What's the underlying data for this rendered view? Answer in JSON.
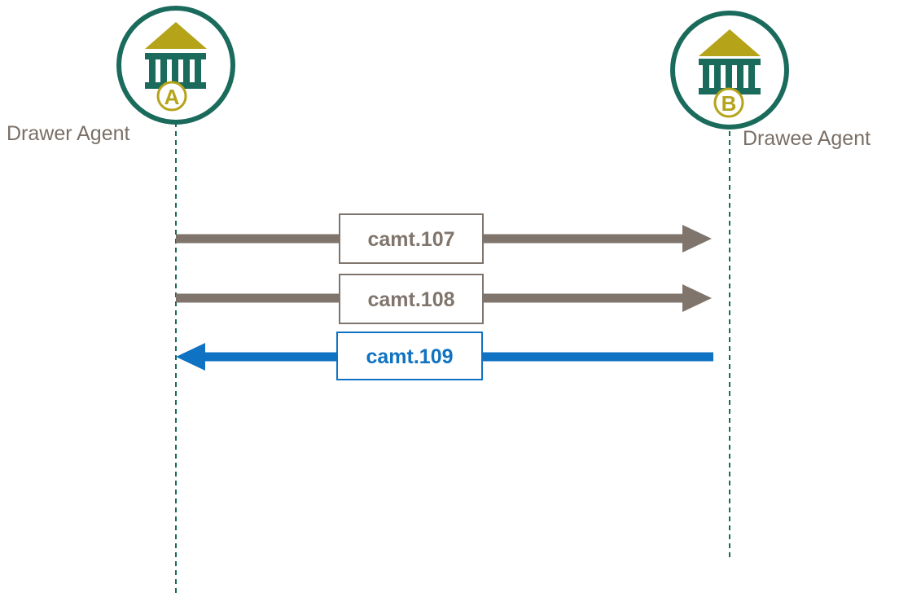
{
  "colors": {
    "agent_ring": "#1a6b5c",
    "bank_roof": "#b5a31a",
    "bank_columns": "#1a6b5c",
    "badge": "#b5a31a",
    "agent_label": "#7a6f66",
    "lifeline": "#1a6b5c",
    "request_arrow": "#7f756c",
    "response_arrow": "#0f72c2"
  },
  "agents": {
    "drawer": {
      "label": "Drawer Agent",
      "badge": "A",
      "icon": "bank-icon"
    },
    "drawee": {
      "label": "Drawee Agent",
      "badge": "B",
      "icon": "bank-icon"
    }
  },
  "messages": [
    {
      "label": "camt.107",
      "direction": "drawer-to-drawee",
      "color": "#7f756c"
    },
    {
      "label": "camt.108",
      "direction": "drawer-to-drawee",
      "color": "#7f756c"
    },
    {
      "label": "camt.109",
      "direction": "drawee-to-drawer",
      "color": "#0f72c2"
    }
  ]
}
